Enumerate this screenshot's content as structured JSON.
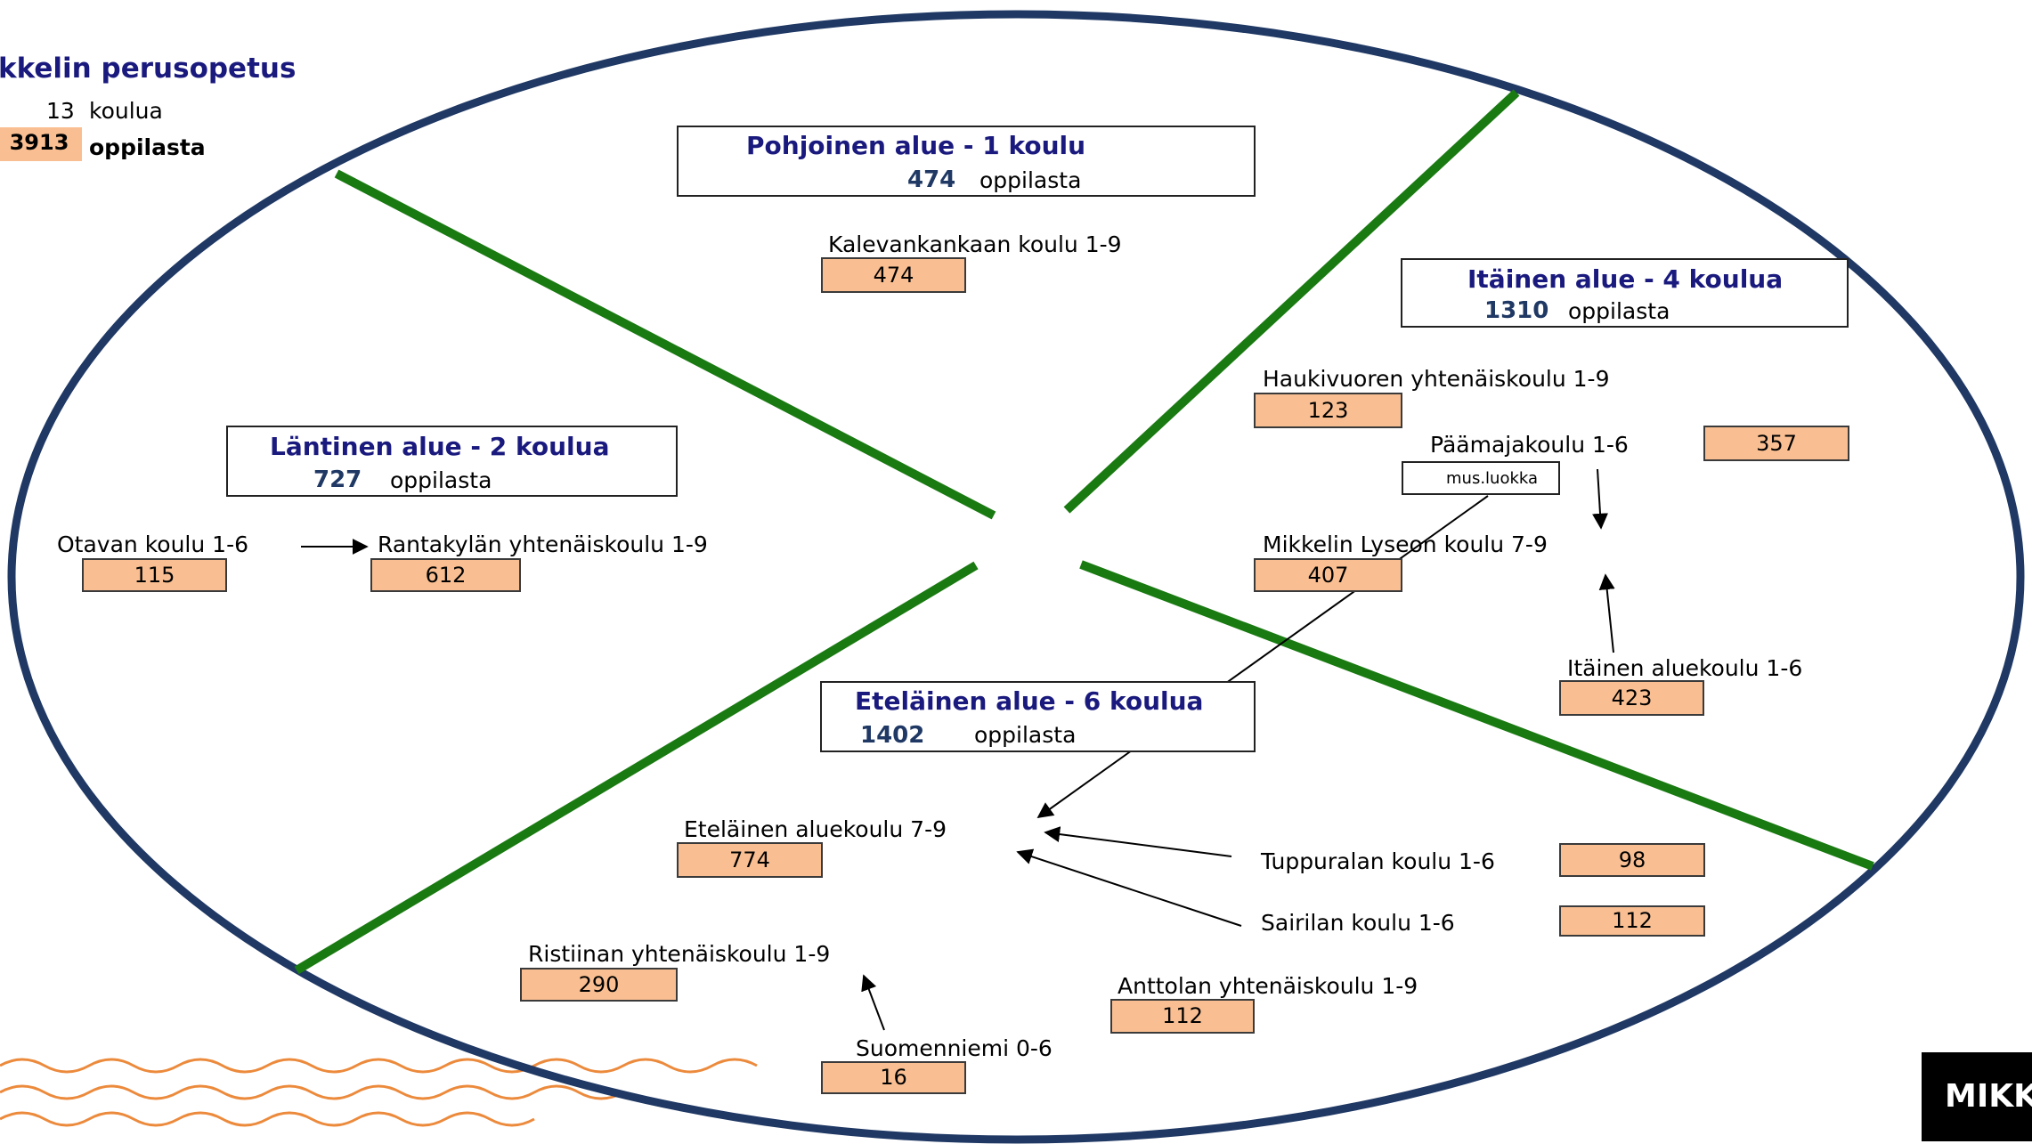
{
  "summary": {
    "title": "kkelin perusopetus",
    "schools_count": "13",
    "schools_label": "koulua",
    "students_count": "3913",
    "students_label": "oppilasta"
  },
  "regions": {
    "north": {
      "title": "Pohjoinen alue -  1 koulu",
      "count": "474",
      "label": "oppilasta"
    },
    "east": {
      "title": "Itäinen alue - 4 koulua",
      "count": "1310",
      "label": "oppilasta"
    },
    "west": {
      "title": "Läntinen alue - 2 koulua",
      "count": "727",
      "label": "oppilasta"
    },
    "south": {
      "title": "Eteläinen alue - 6 koulua",
      "count": "1402",
      "label": "oppilasta"
    }
  },
  "schools": {
    "kalevankangas": {
      "name": "Kalevankankaan koulu 1-9",
      "value": "474"
    },
    "haukivuori": {
      "name": "Haukivuoren yhtenäiskoulu 1-9",
      "value": "123"
    },
    "paamaja": {
      "name": "Päämajakoulu 1-6",
      "value": "357",
      "note": "mus.luokka"
    },
    "lyseo": {
      "name": "Mikkelin Lyseon koulu 7-9",
      "value": "407"
    },
    "itainen": {
      "name": "Itäinen aluekoulu 1-6",
      "value": "423"
    },
    "otava": {
      "name": "Otavan koulu 1-6",
      "value": "115"
    },
    "rantakyla": {
      "name": "Rantakylän yhtenäiskoulu 1-9",
      "value": "612"
    },
    "etelainen": {
      "name": "Eteläinen aluekoulu 7-9",
      "value": "774"
    },
    "tuppurala": {
      "name": "Tuppuralan koulu 1-6",
      "value": "98"
    },
    "sairila": {
      "name": "Sairilan koulu 1-6",
      "value": "112"
    },
    "ristiina": {
      "name": "Ristiinan yhtenäiskoulu 1-9",
      "value": "290"
    },
    "anttola": {
      "name": "Anttolan yhtenäiskoulu 1-9",
      "value": "112"
    },
    "suomenniemi": {
      "name": "Suomenniemi 0-6",
      "value": "16"
    }
  },
  "logo": {
    "text": "MIKKELI"
  },
  "colors": {
    "ellipse": "#1f3864",
    "dividers": "#1a7a12",
    "value_fill": "#f9bf92",
    "region_title": "#1a1a7e",
    "waves": "#ec8a3c"
  }
}
